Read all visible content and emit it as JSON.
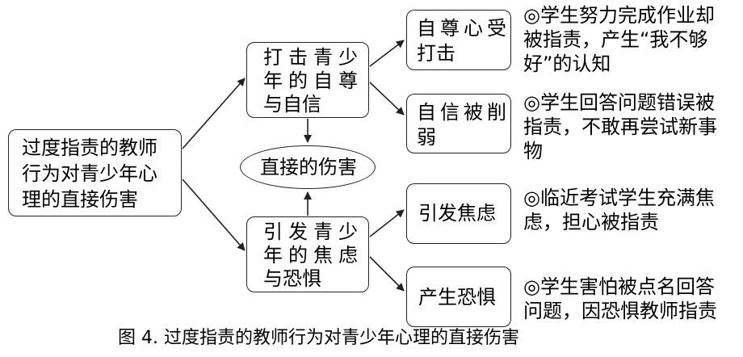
{
  "root": {
    "lines": [
      "过度指责的教师",
      "行为对青少年心",
      "理的直接伤害"
    ]
  },
  "branch_self": {
    "lines": [
      "打击青少",
      "年的自尊",
      "与自信"
    ]
  },
  "branch_anxiety": {
    "lines": [
      "引发青少",
      "年的焦虑",
      "与恐惧"
    ]
  },
  "center": {
    "label": "直接的伤害"
  },
  "leaves": [
    {
      "lines": [
        "自尊心受",
        "打击"
      ],
      "note": [
        "◎学生努力完成作业却",
        "被指责，产生“我不够",
        "好”的认知"
      ]
    },
    {
      "lines": [
        "自信被削",
        "弱"
      ],
      "note": [
        "◎学生回答问题错误被",
        "指责，不敢再尝试新事",
        "物"
      ]
    },
    {
      "lines": [
        "引发焦虑"
      ],
      "note": [
        "◎临近考试学生充满焦",
        "虑，担心被指责"
      ]
    },
    {
      "lines": [
        "产生恐惧"
      ],
      "note": [
        "◎学生害怕被点名回答",
        "问题，因恐惧教师指责"
      ]
    }
  ],
  "caption": "图 4.  过度指责的教师行为对青少年心理的直接伤害"
}
